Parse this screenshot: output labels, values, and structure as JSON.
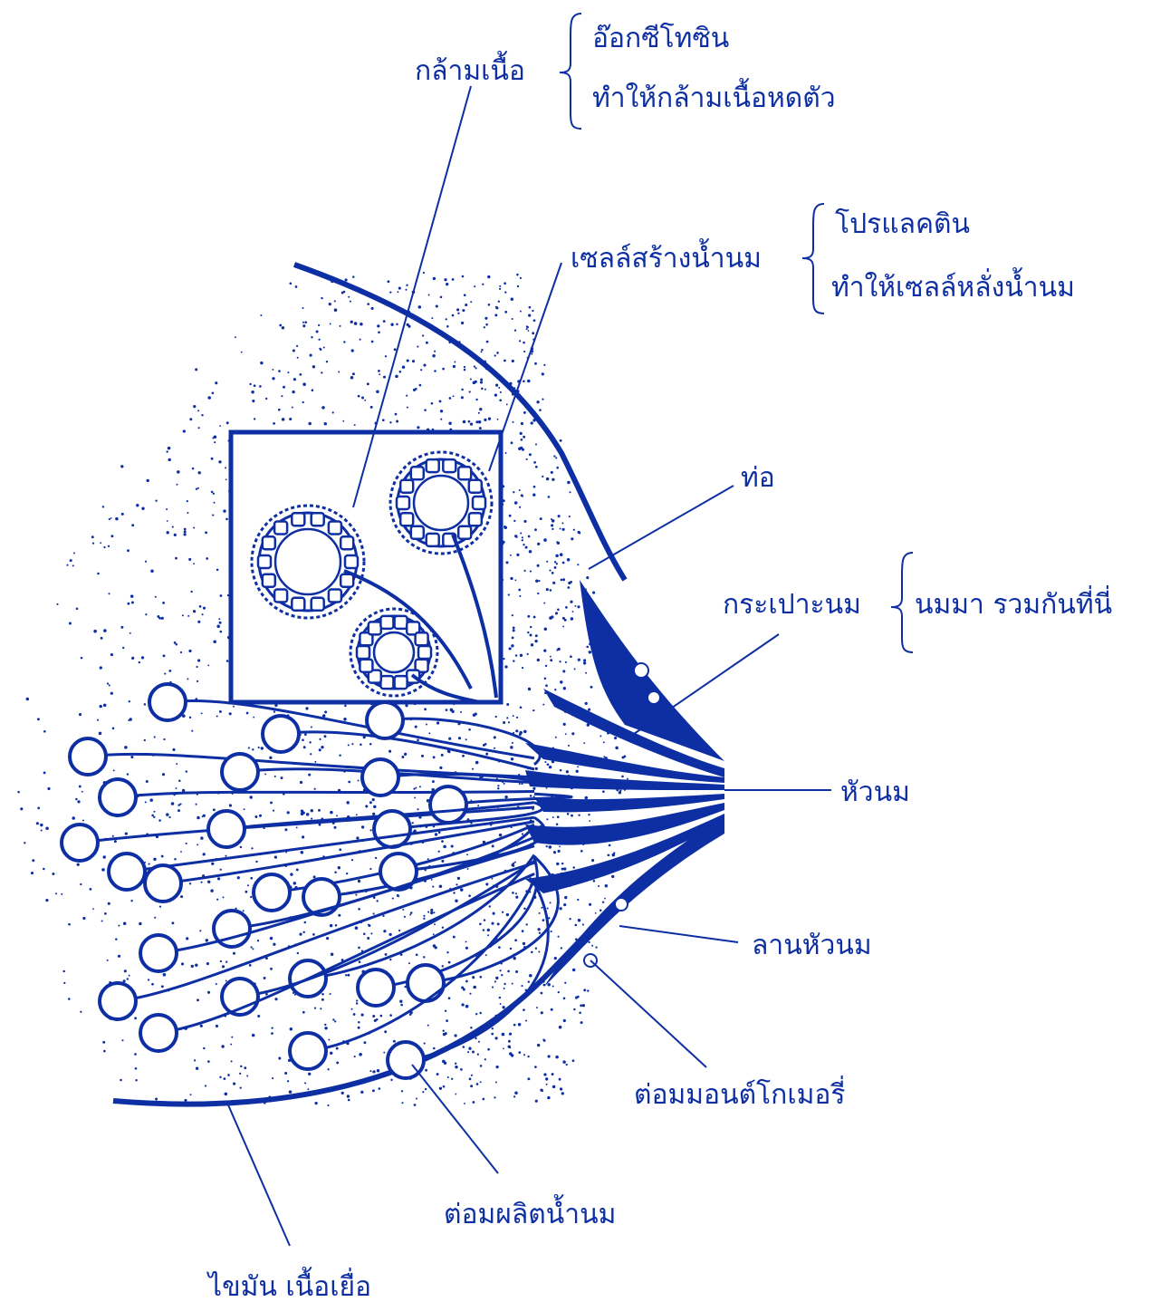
{
  "theme": {
    "ink_color": "#0d2fa3",
    "background": "#ffffff"
  },
  "labels": {
    "muscle": "กล้ามเนื้อ",
    "oxytocin": "อ๊อกซีโทซิน",
    "oxytocin_effect": "ทำให้กล้ามเนื้อหดตัว",
    "milk_cells": "เซลล์สร้างน้ำนม",
    "prolactin": "โปรแลคติน",
    "prolactin_effect": "ทำให้เซลล์หลั่งน้ำนม",
    "duct": "ท่อ",
    "milk_sinus": "กระเปาะนม",
    "milk_sinus_note": "นมมา รวมกันที่นี่",
    "nipple": "หัวนม",
    "areola": "ลานหัวนม",
    "montgomery": "ต่อมมอนต์โกเมอรี่",
    "milk_glands": "ต่อมผลิตน้ำนม",
    "fat_tissue": "ไขมัน เนื้อเยื่อ"
  }
}
